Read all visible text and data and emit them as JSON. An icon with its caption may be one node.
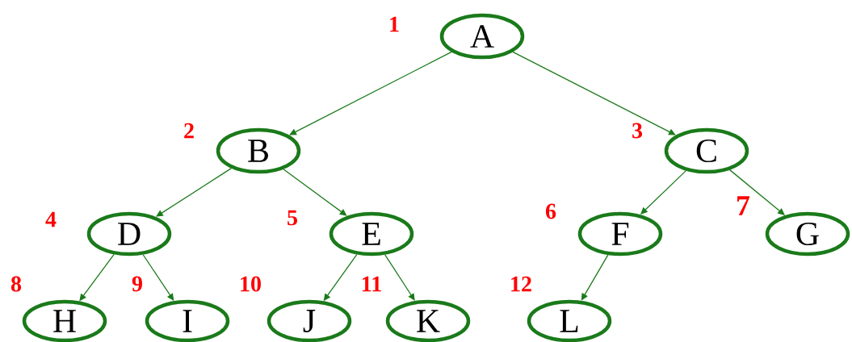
{
  "diagram": {
    "nodes": [
      {
        "text": [
          "A"
        ],
        "beside": [
          "1"
        ]
      },
      {
        "text": [
          "B"
        ],
        "beside": [
          "2"
        ]
      },
      {
        "text": [
          "C"
        ],
        "beside": [
          "3"
        ]
      },
      {
        "text": [
          "D"
        ],
        "beside": [
          "4"
        ]
      },
      {
        "text": [
          "E"
        ],
        "beside": [
          "5"
        ]
      },
      {
        "text": [
          "F"
        ],
        "beside": [
          "6"
        ]
      },
      {
        "text": [
          "G"
        ],
        "beside": [
          "7"
        ]
      },
      {
        "text": [
          "H"
        ],
        "beside": [
          "8"
        ]
      },
      {
        "text": [
          "I"
        ],
        "beside": [
          "9"
        ]
      },
      {
        "text": [
          "J"
        ],
        "beside": [
          "10"
        ]
      },
      {
        "text": [
          "K"
        ],
        "beside": [
          "11"
        ]
      },
      {
        "text": [
          "L"
        ],
        "beside": [
          "12"
        ]
      }
    ],
    "edges": [
      {
        "from": 0,
        "to": 1,
        "arrow": "to"
      },
      {
        "from": 0,
        "to": 2,
        "arrow": "to"
      },
      {
        "from": 1,
        "to": 3,
        "arrow": "to"
      },
      {
        "from": 1,
        "to": 4,
        "arrow": "to"
      },
      {
        "from": 2,
        "to": 5,
        "arrow": "to"
      },
      {
        "from": 2,
        "to": 6,
        "arrow": "to"
      },
      {
        "from": 3,
        "to": 7,
        "arrow": "to"
      },
      {
        "from": 3,
        "to": 8,
        "arrow": "to"
      },
      {
        "from": 4,
        "to": 9,
        "arrow": "to"
      },
      {
        "from": 4,
        "to": 10,
        "arrow": "to"
      },
      {
        "from": 5,
        "to": 11,
        "arrow": "to"
      }
    ]
  }
}
